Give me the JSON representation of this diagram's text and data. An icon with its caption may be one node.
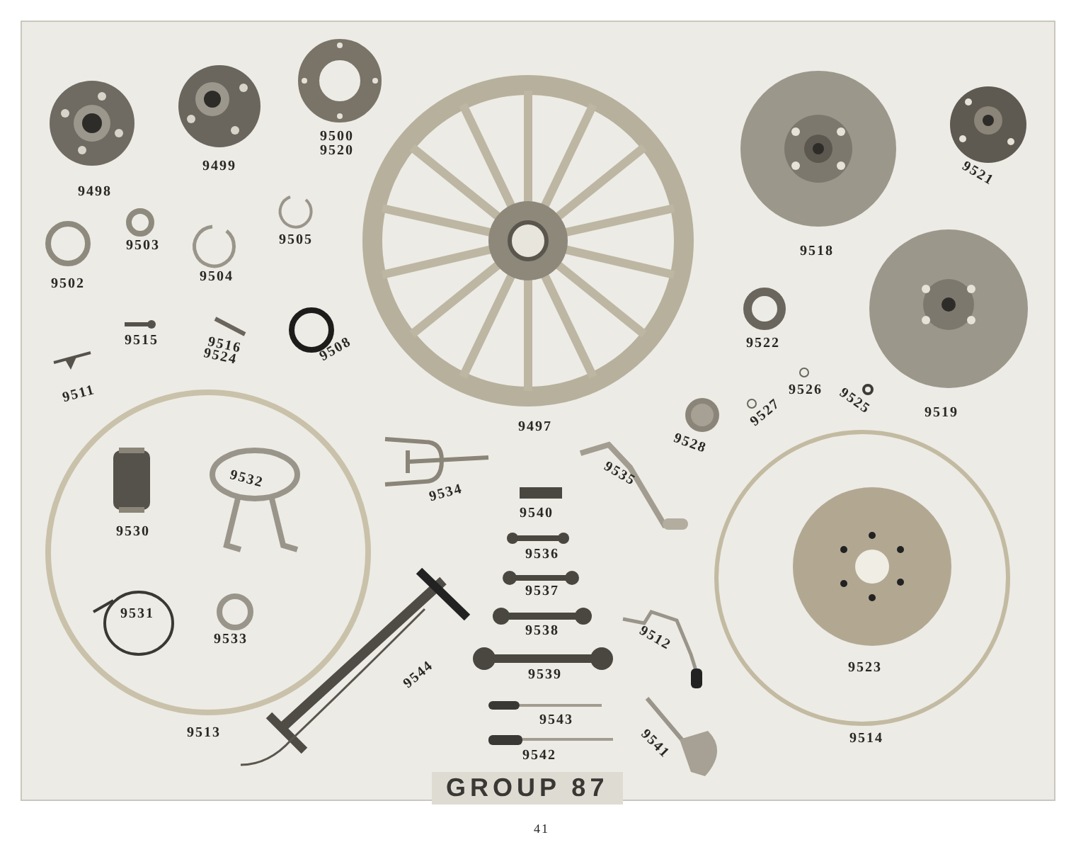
{
  "diagram": {
    "title": "GROUP 87",
    "labels": [
      "9500",
      "9520",
      "9499",
      "9521",
      "9498",
      "9505",
      "9503",
      "9518",
      "9504",
      "9502",
      "9515",
      "9522",
      "9516",
      "9524",
      "9508",
      "9526",
      "9511",
      "9525",
      "9527",
      "9519",
      "9497",
      "9528",
      "9535",
      "9532",
      "9534",
      "9540",
      "9530",
      "9536",
      "9537",
      "9512",
      "9531",
      "9538",
      "9533",
      "9523",
      "9539",
      "9544",
      "9543",
      "9541",
      "9513",
      "9514",
      "9542",
      "41"
    ]
  }
}
